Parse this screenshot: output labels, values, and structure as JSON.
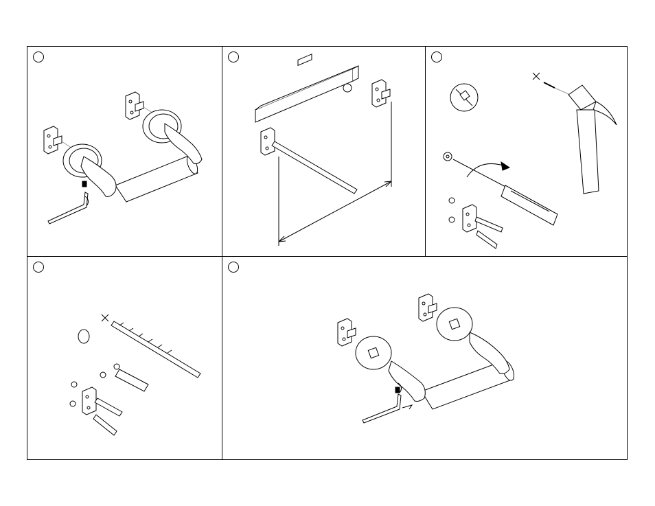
{
  "steps": [
    {
      "number": "",
      "illustration": "hex-key-tighten-set-screw"
    },
    {
      "number": "",
      "illustration": "level-and-measure-brackets"
    },
    {
      "number": "",
      "illustration": "stud-mount-screw-and-hammer"
    },
    {
      "number": "",
      "illustration": "drill-and-wall-anchor"
    },
    {
      "number": "",
      "illustration": "final-assembly-hex-key"
    }
  ],
  "colors": {
    "line": "#000000",
    "background": "#ffffff",
    "guide": "#999999"
  }
}
